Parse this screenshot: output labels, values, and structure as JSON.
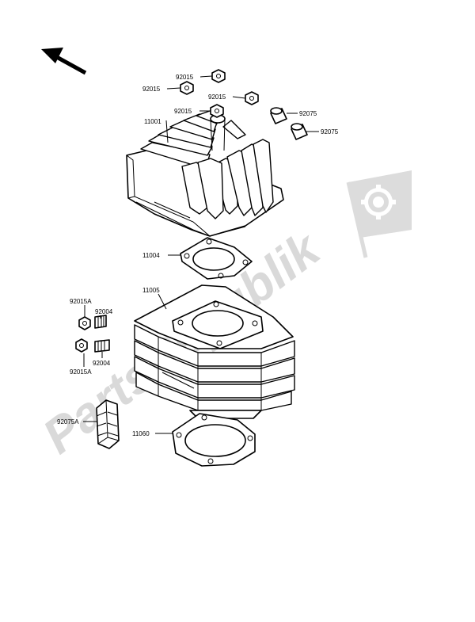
{
  "watermark": {
    "text": "PartsRepublik",
    "color": "#d9d9d9"
  },
  "labels": {
    "nut_a": "92015",
    "nut_b": "92015",
    "nut_c": "92015",
    "nut_d": "92015",
    "dowel_a": "92075",
    "dowel_b": "92075",
    "cylinder_head": "11001",
    "head_gasket": "11004",
    "cylinder": "11005",
    "base_gasket": "11060",
    "nut_e": "92015A",
    "nut_f": "92015A",
    "stud_a": "92004",
    "stud_b": "92004",
    "damper": "92075A"
  }
}
